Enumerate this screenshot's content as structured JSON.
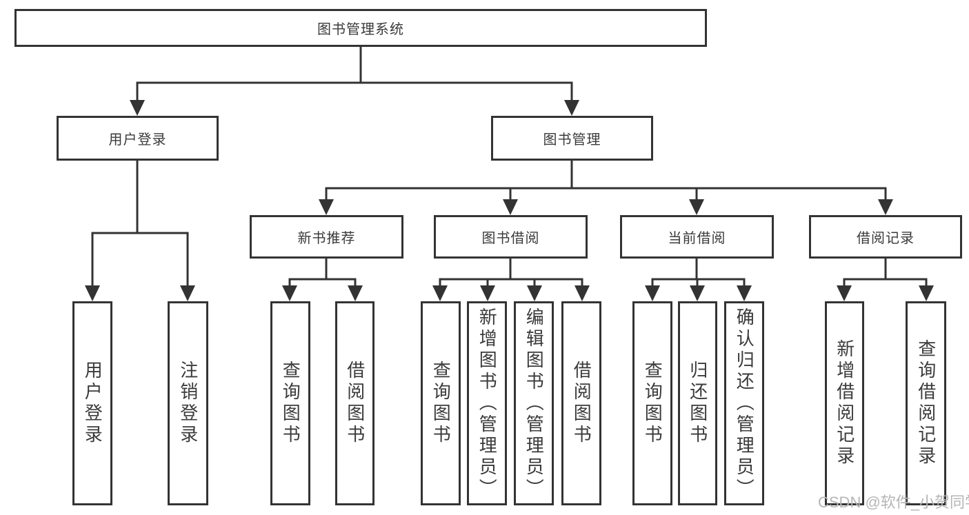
{
  "diagram": {
    "title": "图书管理系统",
    "level2": [
      {
        "label": "用户登录"
      },
      {
        "label": "图书管理"
      }
    ],
    "level3": [
      {
        "label": "新书推荐"
      },
      {
        "label": "图书借阅"
      },
      {
        "label": "当前借阅"
      },
      {
        "label": "借阅记录"
      }
    ],
    "leaves": {
      "user": [
        "用户登录",
        "注销登录"
      ],
      "newbook": [
        "查询图书",
        "借阅图书"
      ],
      "borrow": [
        "查询图书",
        "新增图书（管理员）",
        "编辑图书（管理员）",
        "借阅图书"
      ],
      "current": [
        "查询图书",
        "归还图书",
        "确认归还（管理员）"
      ],
      "record": [
        "新增借阅记录",
        "查询借阅记录"
      ]
    }
  },
  "watermark": "CSDN @软件_小贺同学",
  "colors": {
    "line": "#333333",
    "text": "#3a3a3a",
    "watermark": "#b5b5b5",
    "background": "#ffffff"
  }
}
